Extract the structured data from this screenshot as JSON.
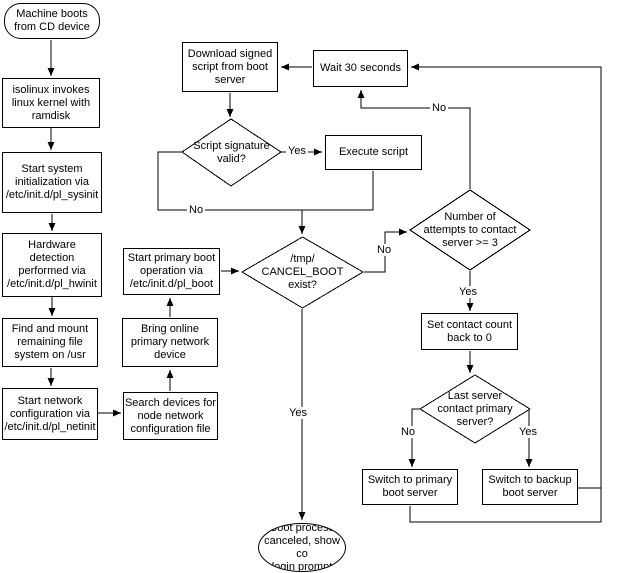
{
  "diagram": {
    "type": "flowchart",
    "colors": {
      "background": "#ffffff",
      "line": "#000000",
      "node_fill": "#ffffff",
      "text": "#000000"
    },
    "nodes": {
      "machine_boots": {
        "type": "terminator",
        "text": "Machine boots\nfrom CD device"
      },
      "isolinux": {
        "type": "process",
        "text": "isolinux invokes\nlinux kernel with\nramdisk"
      },
      "sysinit": {
        "type": "process",
        "text": "Start system\ninitialization via\n/etc/init.d/pl_sysinit"
      },
      "hwinit": {
        "type": "process",
        "text": "Hardware\ndetection\nperformed via\n/etc/init.d/pl_hwinit"
      },
      "mount_usr": {
        "type": "process",
        "text": "Find and mount\nremaining file\nsystem on /usr"
      },
      "netinit": {
        "type": "process",
        "text": "Start network\nconfiguration via\n/etc/init.d/pl_netinit"
      },
      "search_devices": {
        "type": "process",
        "text": "Search devices for\nnode network\nconfiguration file"
      },
      "bring_online": {
        "type": "process",
        "text": "Bring online\nprimary network\ndevice"
      },
      "pl_boot": {
        "type": "process",
        "text": "Start primary boot\noperation via\n/etc/init.d/pl_boot"
      },
      "download_script": {
        "type": "process",
        "text": "Download signed\nscript from boot\nserver"
      },
      "wait_30": {
        "type": "process",
        "text": "Wait 30 seconds"
      },
      "signature_valid": {
        "type": "decision",
        "text": "Script signature\nvalid?"
      },
      "execute_script": {
        "type": "process",
        "text": "Execute script"
      },
      "cancel_boot": {
        "type": "decision",
        "text": "/tmp/\nCANCEL_BOOT\nexist?"
      },
      "attempts": {
        "type": "decision",
        "text": "Number of\nattempts to contact\nserver >= 3"
      },
      "set_count": {
        "type": "process",
        "text": "Set contact count\nback to 0"
      },
      "last_server": {
        "type": "decision",
        "text": "Last server\ncontact primary\nserver?"
      },
      "switch_primary": {
        "type": "process",
        "text": "Switch to primary\nboot server"
      },
      "switch_backup": {
        "type": "process",
        "text": "Switch to backup\nboot server"
      },
      "boot_canceled": {
        "type": "terminator",
        "text": "Boot process\ncanceled, show co\nlogin prompt"
      }
    },
    "edge_labels": {
      "sig_yes": "Yes",
      "sig_no": "No",
      "cancel_no": "No",
      "cancel_yes": "Yes",
      "attempts_no": "No",
      "attempts_yes": "Yes",
      "last_no": "No",
      "last_yes": "Yes"
    }
  }
}
